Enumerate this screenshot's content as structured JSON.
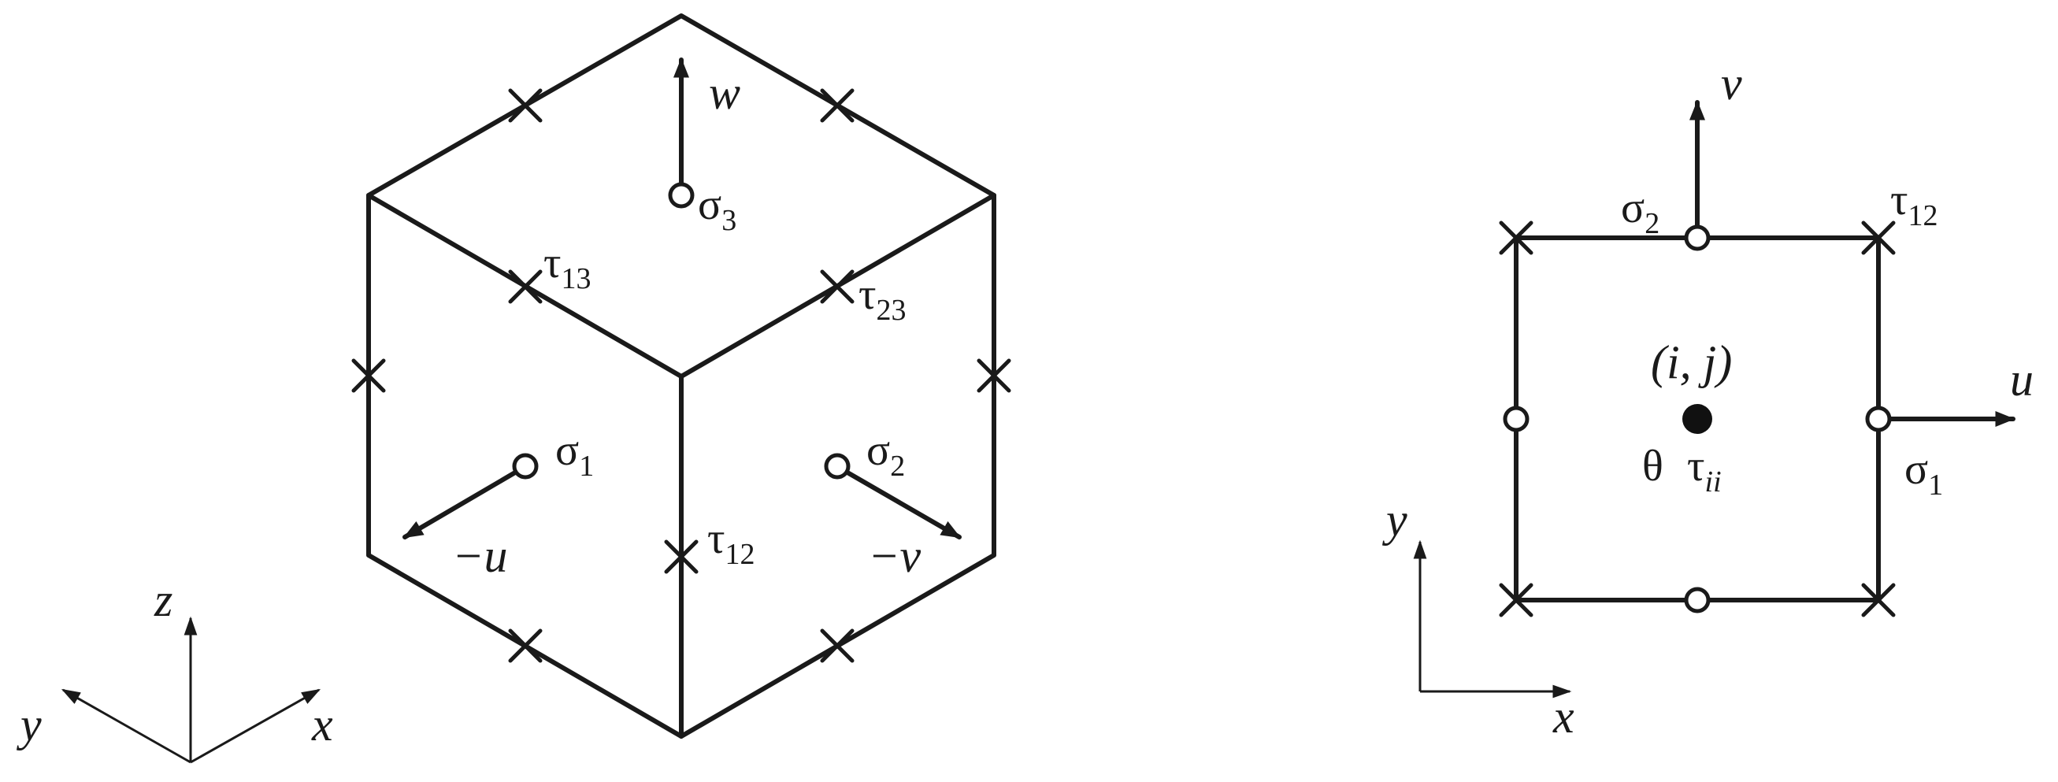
{
  "cube": {
    "labels": {
      "w": "w",
      "sigma3": "σ",
      "sigma3_sub": "3",
      "tau13": "τ",
      "tau13_sub": "13",
      "tau23": "τ",
      "tau23_sub": "23",
      "sigma1": "σ",
      "sigma1_sub": "1",
      "sigma2": "σ",
      "sigma2_sub": "2",
      "tau12": "τ",
      "tau12_sub": "12",
      "minus_u": "−u",
      "minus_v": "−v"
    },
    "axes": {
      "z": "z",
      "y": "y",
      "x": "x"
    }
  },
  "square": {
    "labels": {
      "v": "v",
      "sigma2": "σ",
      "sigma2_sub": "2",
      "tau12": "τ",
      "tau12_sub": "12",
      "ij": "(i, j)",
      "u": "u",
      "theta": "θ",
      "tau_ii": "τ",
      "tau_ii_sub": "ii",
      "sigma1": "σ",
      "sigma1_sub": "1"
    },
    "axes": {
      "y": "y",
      "x": "x"
    }
  },
  "colors": {
    "stroke": "#1a1a1a",
    "background": "#ffffff"
  }
}
